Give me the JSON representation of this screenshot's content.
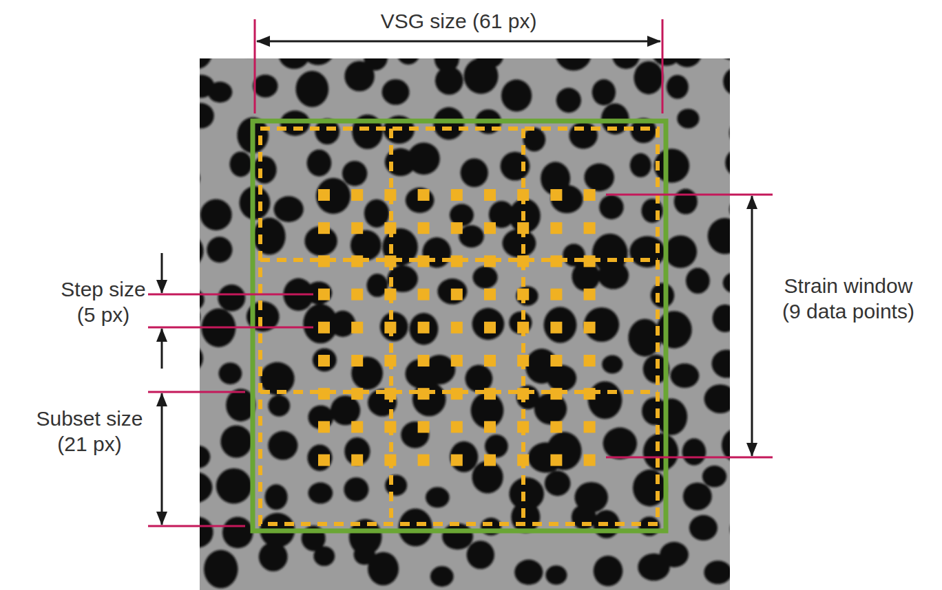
{
  "diagram": {
    "labels": [
      "VSG size (61 px)",
      "Step size (5 px)",
      "Subset size (21 px)",
      "Strain window (9 data points)"
    ]
  }
}
